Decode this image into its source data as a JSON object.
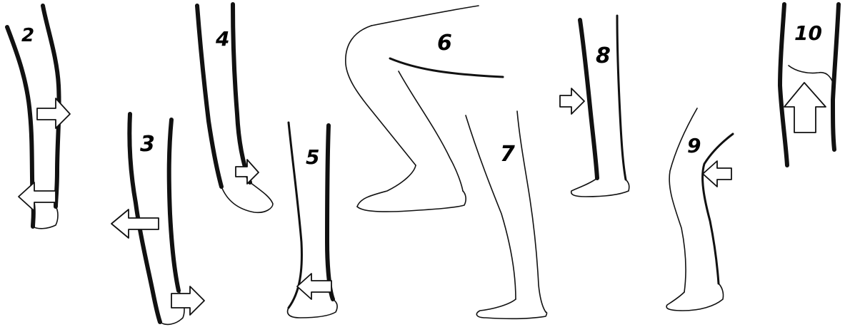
{
  "figures": [
    {
      "id": "leg-2",
      "label": "2"
    },
    {
      "id": "leg-3",
      "label": "3"
    },
    {
      "id": "leg-4",
      "label": "4"
    },
    {
      "id": "leg-5",
      "label": "5"
    },
    {
      "id": "leg-6",
      "label": "6"
    },
    {
      "id": "leg-7",
      "label": "7"
    },
    {
      "id": "leg-8",
      "label": "8"
    },
    {
      "id": "leg-9",
      "label": "9"
    },
    {
      "id": "leg-10",
      "label": "10"
    }
  ],
  "colors": {
    "ink": "#111111",
    "background": "#ffffff",
    "arrow_fill": "#ffffff"
  }
}
